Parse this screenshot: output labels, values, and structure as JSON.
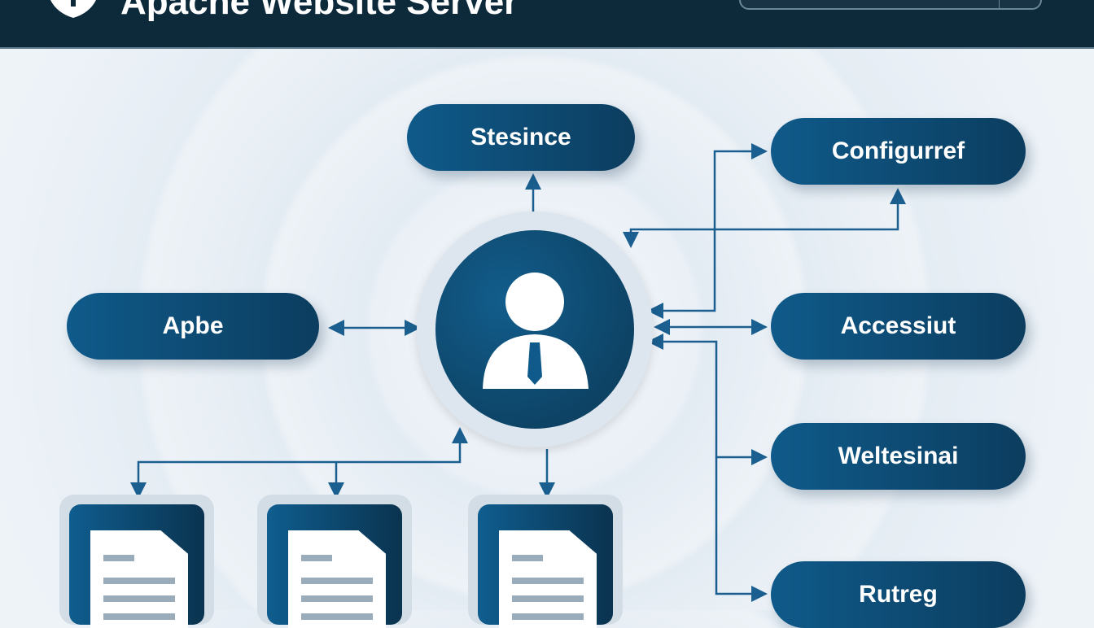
{
  "header": {
    "title": "Apache Website Server"
  },
  "center": {
    "icon": "user-icon"
  },
  "nodes": {
    "top": "Stesince",
    "left": "Apbe",
    "right1": "Configurref",
    "right2": "Accessiut",
    "right3": "Weltesinai",
    "right4": "Rutreg"
  },
  "documents": [
    {
      "icon": "document-icon"
    },
    {
      "icon": "document-icon"
    },
    {
      "icon": "document-icon"
    }
  ],
  "colors": {
    "header": "#0d2a3b",
    "node": "#0f5a8a",
    "arrow": "#1a5f8f"
  }
}
